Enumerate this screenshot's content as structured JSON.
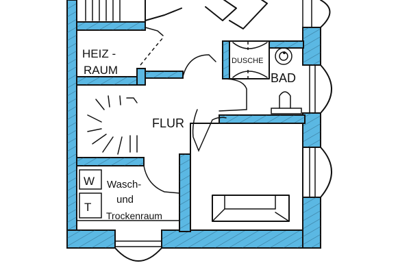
{
  "plan": {
    "type": "floor-plan",
    "style": "hand-drawn",
    "colors": {
      "wall_fill": "#5bb8e3",
      "ink": "#111111",
      "background": "#ffffff"
    },
    "rooms": [
      {
        "id": "heizraum",
        "label_line1": "HEIZ -",
        "label_line2": "RAUM"
      },
      {
        "id": "flur",
        "label": "FLUR"
      },
      {
        "id": "dusche",
        "label": "DUSCHE"
      },
      {
        "id": "bad",
        "label": "BAD"
      },
      {
        "id": "wasch",
        "label_line1": "Wasch-",
        "label_line2": "und",
        "label_line3": "Trockenraum"
      },
      {
        "id": "living",
        "label": ""
      }
    ],
    "appliances": {
      "washer": "W",
      "dryer": "T"
    }
  }
}
